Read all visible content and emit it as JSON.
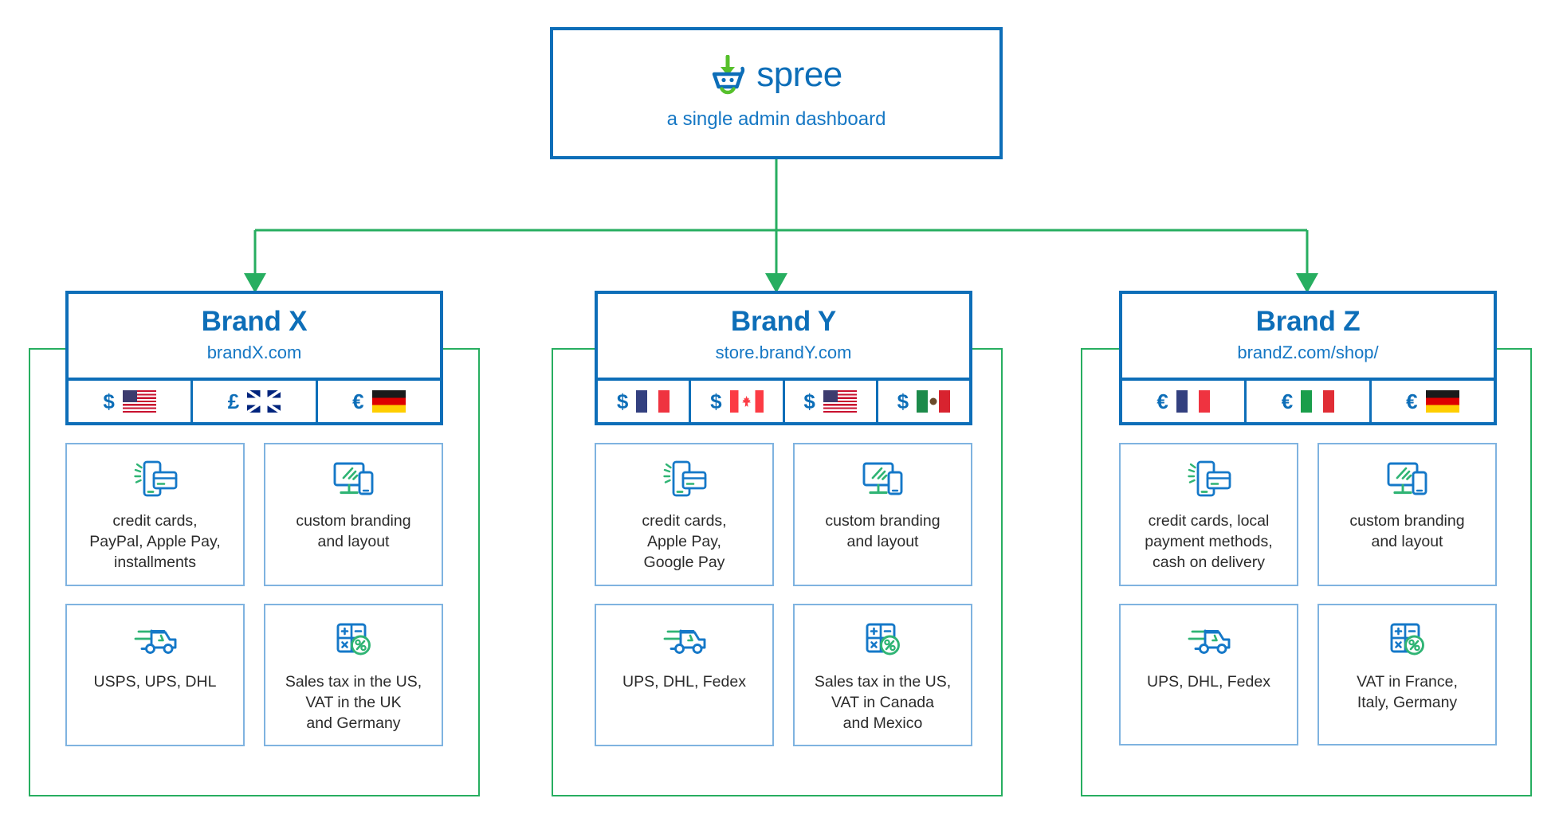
{
  "root": {
    "logo_icon": "spree-cart-logo-icon",
    "logo_word": "spree",
    "subtitle": "a single admin dashboard",
    "border_color": "#0d6eb8"
  },
  "theme": {
    "blue": "#0d6eb8",
    "link_blue": "#1577c4",
    "green": "#27ae60",
    "card_border": "#7fb3e0",
    "text": "#2b2b2b",
    "logo_green": "#56c02b"
  },
  "brands": [
    {
      "id": "brand-x",
      "title": "Brand X",
      "url": "brandX.com",
      "currencies": [
        {
          "symbol": "$",
          "flag": "us",
          "flag_name": "flag-united-states-icon"
        },
        {
          "symbol": "£",
          "flag": "gb",
          "flag_name": "flag-united-kingdom-icon"
        },
        {
          "symbol": "€",
          "flag": "de",
          "flag_name": "flag-germany-icon"
        }
      ],
      "cards": [
        {
          "icon": "payment-card-phone-icon",
          "label": "credit cards,\nPayPal, Apple Pay,\ninstallments"
        },
        {
          "icon": "monitor-phone-branding-icon",
          "label": "custom branding\nand layout"
        },
        {
          "icon": "delivery-truck-icon",
          "label": "USPS, UPS, DHL"
        },
        {
          "icon": "calculator-percent-icon",
          "label": "Sales tax in the US,\nVAT in the UK\nand Germany"
        }
      ]
    },
    {
      "id": "brand-y",
      "title": "Brand Y",
      "url": "store.brandY.com",
      "currencies": [
        {
          "symbol": "$",
          "flag": "fr",
          "flag_name": "flag-france-icon"
        },
        {
          "symbol": "$",
          "flag": "ca",
          "flag_name": "flag-canada-icon"
        },
        {
          "symbol": "$",
          "flag": "us",
          "flag_name": "flag-united-states-icon"
        },
        {
          "symbol": "$",
          "flag": "mx",
          "flag_name": "flag-mexico-icon"
        }
      ],
      "cards": [
        {
          "icon": "payment-card-phone-icon",
          "label": "credit cards,\nApple Pay,\nGoogle Pay"
        },
        {
          "icon": "monitor-phone-branding-icon",
          "label": "custom branding\nand layout"
        },
        {
          "icon": "delivery-truck-icon",
          "label": "UPS, DHL, Fedex"
        },
        {
          "icon": "calculator-percent-icon",
          "label": "Sales tax in the US,\nVAT in Canada\nand Mexico"
        }
      ]
    },
    {
      "id": "brand-z",
      "title": "Brand Z",
      "url": "brandZ.com/shop/",
      "currencies": [
        {
          "symbol": "€",
          "flag": "fr",
          "flag_name": "flag-france-icon"
        },
        {
          "symbol": "€",
          "flag": "it",
          "flag_name": "flag-italy-icon"
        },
        {
          "symbol": "€",
          "flag": "de",
          "flag_name": "flag-germany-icon"
        }
      ],
      "cards": [
        {
          "icon": "payment-card-phone-icon",
          "label": "credit cards, local\npayment methods,\ncash on delivery"
        },
        {
          "icon": "monitor-phone-branding-icon",
          "label": "custom branding\nand layout"
        },
        {
          "icon": "delivery-truck-icon",
          "label": "UPS, DHL, Fedex"
        },
        {
          "icon": "calculator-percent-icon",
          "label": "VAT in France,\nItaly, Germany"
        }
      ]
    }
  ]
}
